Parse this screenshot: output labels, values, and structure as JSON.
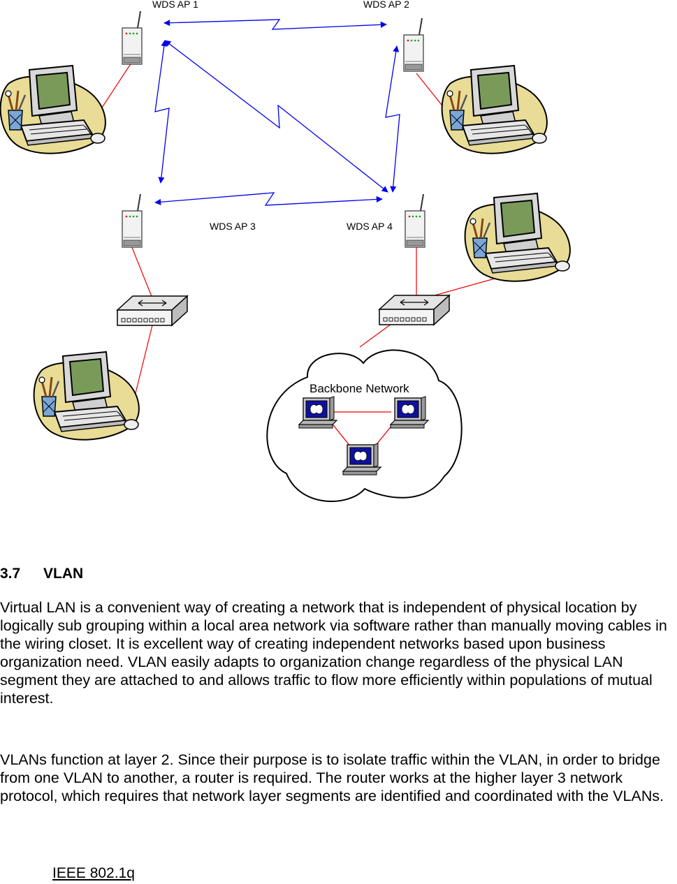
{
  "diagram": {
    "ap_labels": [
      "WDS AP 1",
      "WDS AP 2",
      "WDS AP 3",
      "WDS AP 4"
    ],
    "cloud_label": "Backbone Network",
    "colors": {
      "wireless_link": "#0000ee",
      "wired_link": "#ee0000",
      "monitor_screen": "#7a9a5a",
      "blob": "#e8dc96"
    }
  },
  "section": {
    "number": "3.7",
    "title": "VLAN",
    "paragraphs": [
      "Virtual LAN is a convenient way of creating a network that is independent of physical location by logically sub grouping within a local area network via software rather than manually moving cables in the wiring closet. It is excellent way of creating independent networks based upon business organization need. VLAN easily adapts to organization change regardless of the physical LAN segment they are attached to and allows traffic to flow more efficiently within populations of mutual interest.",
      "VLANs function at layer 2. Since their purpose is to isolate traffic within the VLAN, in order to bridge from one VLAN to another, a router is required. The router works at the higher layer 3 network protocol, which requires that network layer segments are identified and coordinated with the VLANs."
    ],
    "reference": "IEEE 802.1q"
  }
}
